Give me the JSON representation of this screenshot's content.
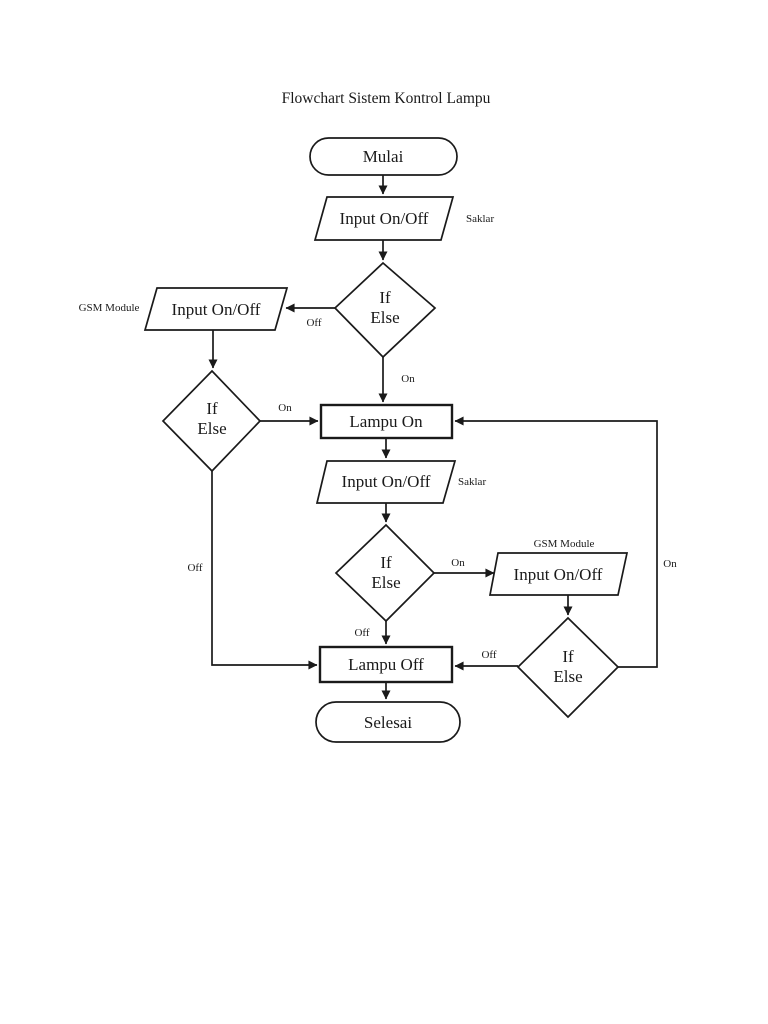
{
  "title": "Flowchart Sistem Kontrol Lampu",
  "colors": {
    "ink": "#1a1a1a",
    "background": "#ffffff"
  },
  "nodes": {
    "start": {
      "label": "Mulai"
    },
    "input_switch_top": {
      "label": "Input On/Off",
      "annotation": "Saklar"
    },
    "decision_top": {
      "line1": "If",
      "line2": "Else"
    },
    "input_gsm_left": {
      "label": "Input On/Off",
      "annotation": "GSM Module"
    },
    "decision_left": {
      "line1": "If",
      "line2": "Else"
    },
    "lamp_on": {
      "label": "Lampu On"
    },
    "input_switch_mid": {
      "label": "Input On/Off",
      "annotation": "Saklar"
    },
    "decision_mid": {
      "line1": "If",
      "line2": "Else"
    },
    "input_gsm_right": {
      "label": "Input On/Off",
      "annotation": "GSM Module"
    },
    "decision_right": {
      "line1": "If",
      "line2": "Else"
    },
    "lamp_off": {
      "label": "Lampu Off"
    },
    "end": {
      "label": "Selesai"
    }
  },
  "edges": {
    "top_decision_off": "Off",
    "top_decision_on": "On",
    "left_decision_on": "On",
    "left_decision_off": "Off",
    "mid_decision_on": "On",
    "mid_decision_off": "Off",
    "right_decision_off": "Off",
    "right_decision_on": "On"
  }
}
